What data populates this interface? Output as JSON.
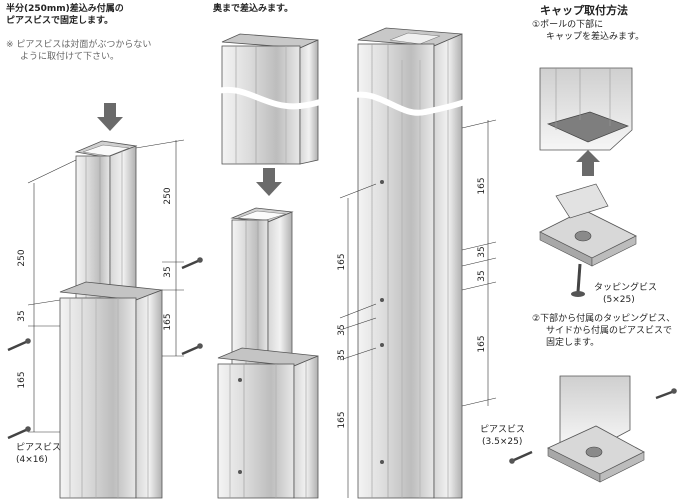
{
  "left": {
    "note_line1": "半分(250mm)差込み付属の",
    "note_line2": "ピアスビスで固定します。",
    "warn_line1": "※ ピアスビスは対面がぶつからない",
    "warn_line2": "ように取付けて下さい。",
    "screw_label1": "ピアスビス",
    "screw_label2": "(4×16)"
  },
  "middle": {
    "note": "奥まで差込みます。"
  },
  "right": {
    "title": "キャップ取付方法",
    "step1_line1": "①ポールの下部に",
    "step1_line2": "キャップを差込みます。",
    "tapping_label1": "タッピングビス",
    "tapping_label2": "(5×25)",
    "step2_line1": "②下部から付属のタッピングビス、",
    "step2_line2": "サイドから付属のピアスビスで",
    "step2_line3": "固定します。",
    "pierce_label1": "ピアスビス",
    "pierce_label2": "(3.5×25)"
  },
  "dimensions": {
    "d250": "250",
    "d35": "35",
    "d165": "165"
  },
  "colors": {
    "metal_light": "#e6e6e6",
    "metal_mid": "#c8c8c8",
    "metal_dark": "#8e8e8e",
    "arrow": "#6a6a6a"
  }
}
